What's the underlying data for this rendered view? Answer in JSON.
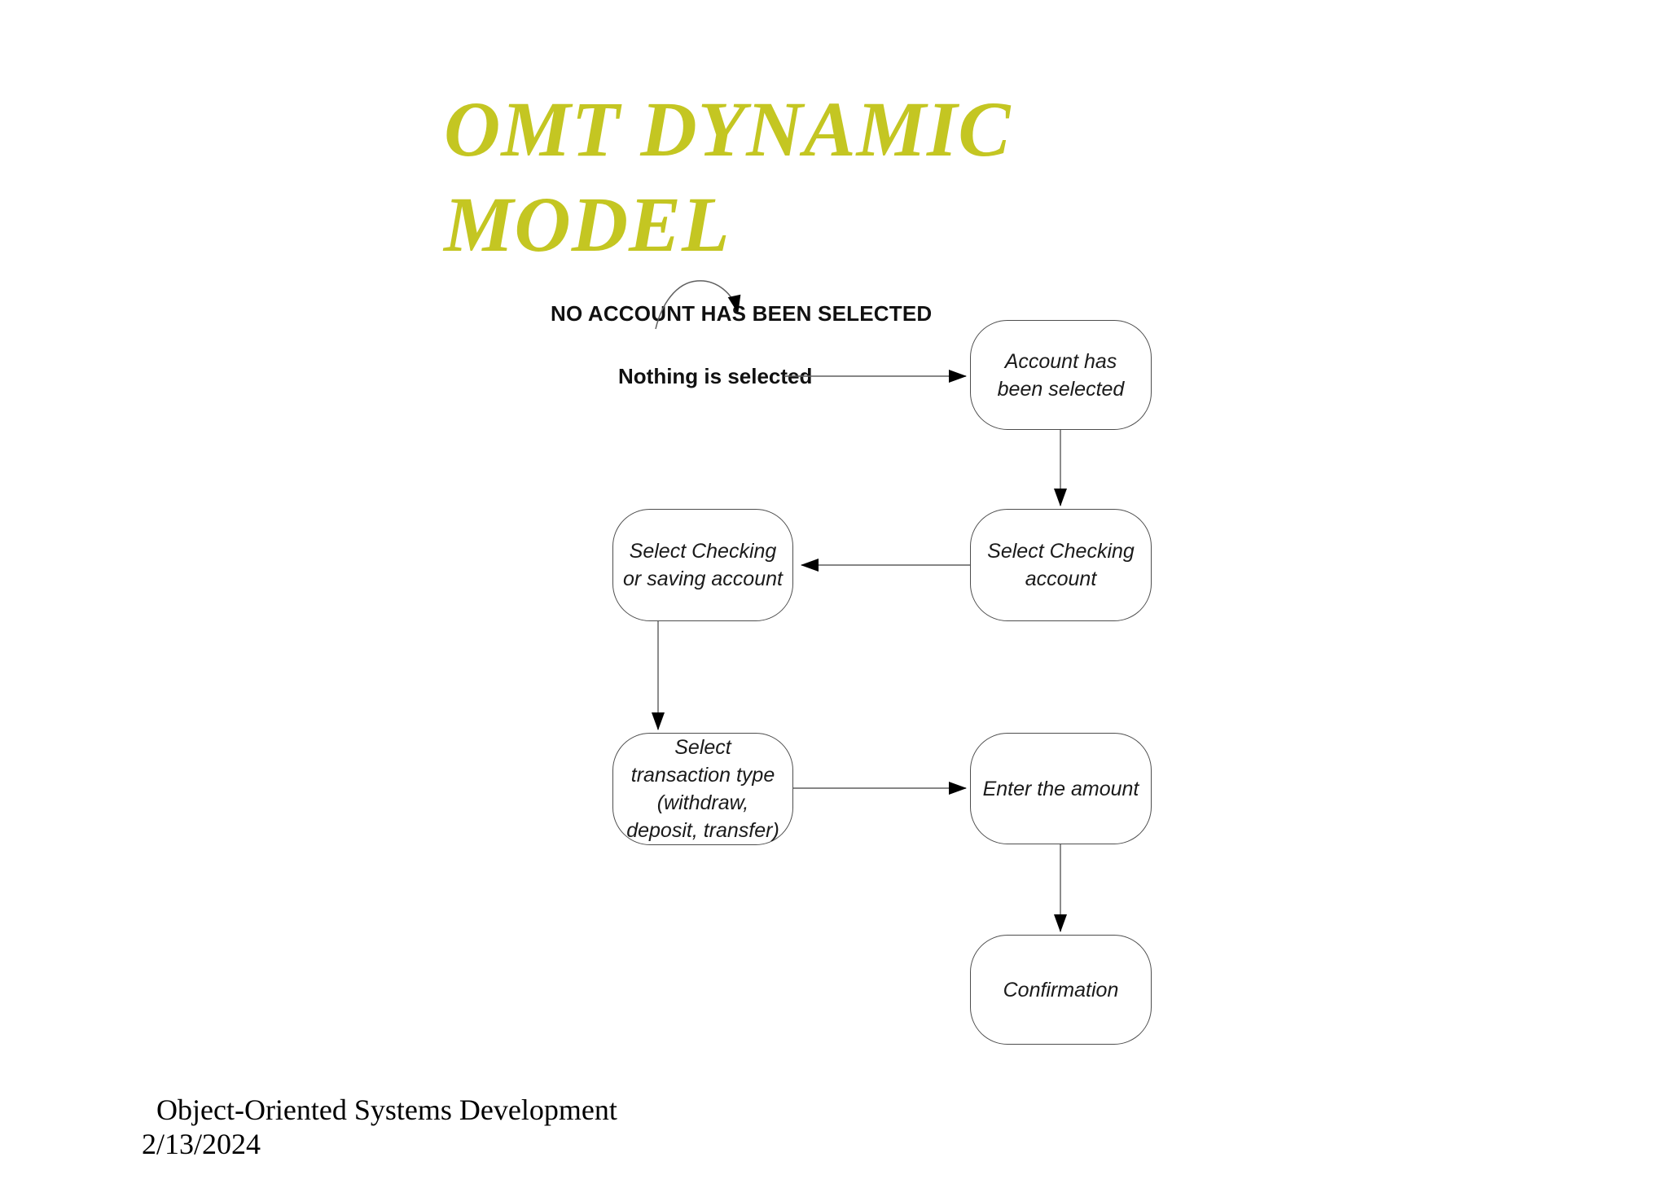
{
  "slide": {
    "title": "OMT DYNAMIC MODEL",
    "footer": {
      "course": "Object-Oriented Systems Development",
      "date": "2/13/2024"
    }
  },
  "colors": {
    "title_text": "#c4c622",
    "body_text": "#1a1a1a",
    "connector_line": "#5f5f5f",
    "arrowhead": "#000000",
    "state_border": "#4d4d4d",
    "state_fill": "#ffffff",
    "background": "#ffffff"
  },
  "diagram": {
    "type": "state-transition-diagram",
    "annotations": [
      {
        "id": "no-account",
        "label": "NO ACCOUNT HAS BEEN SELECTED"
      },
      {
        "id": "nothing-selected",
        "label": "Nothing is selected"
      }
    ],
    "states": [
      {
        "id": "account-selected",
        "label": "Account has been selected"
      },
      {
        "id": "select-checking",
        "label": "Select Checking account"
      },
      {
        "id": "checking-or-saving",
        "label": "Select Checking or saving account"
      },
      {
        "id": "transaction-type",
        "label": "Select transaction type (withdraw, deposit, transfer)"
      },
      {
        "id": "enter-amount",
        "label": "Enter the amount"
      },
      {
        "id": "confirmation",
        "label": "Confirmation"
      }
    ],
    "transitions": [
      {
        "from": "no-account",
        "to": "no-account",
        "shape": "self-loop"
      },
      {
        "from": "nothing-selected",
        "to": "account-selected",
        "direction": "right"
      },
      {
        "from": "account-selected",
        "to": "select-checking",
        "direction": "down"
      },
      {
        "from": "select-checking",
        "to": "checking-or-saving",
        "direction": "left"
      },
      {
        "from": "checking-or-saving",
        "to": "transaction-type",
        "direction": "down"
      },
      {
        "from": "transaction-type",
        "to": "enter-amount",
        "direction": "right"
      },
      {
        "from": "enter-amount",
        "to": "confirmation",
        "direction": "down"
      }
    ]
  }
}
